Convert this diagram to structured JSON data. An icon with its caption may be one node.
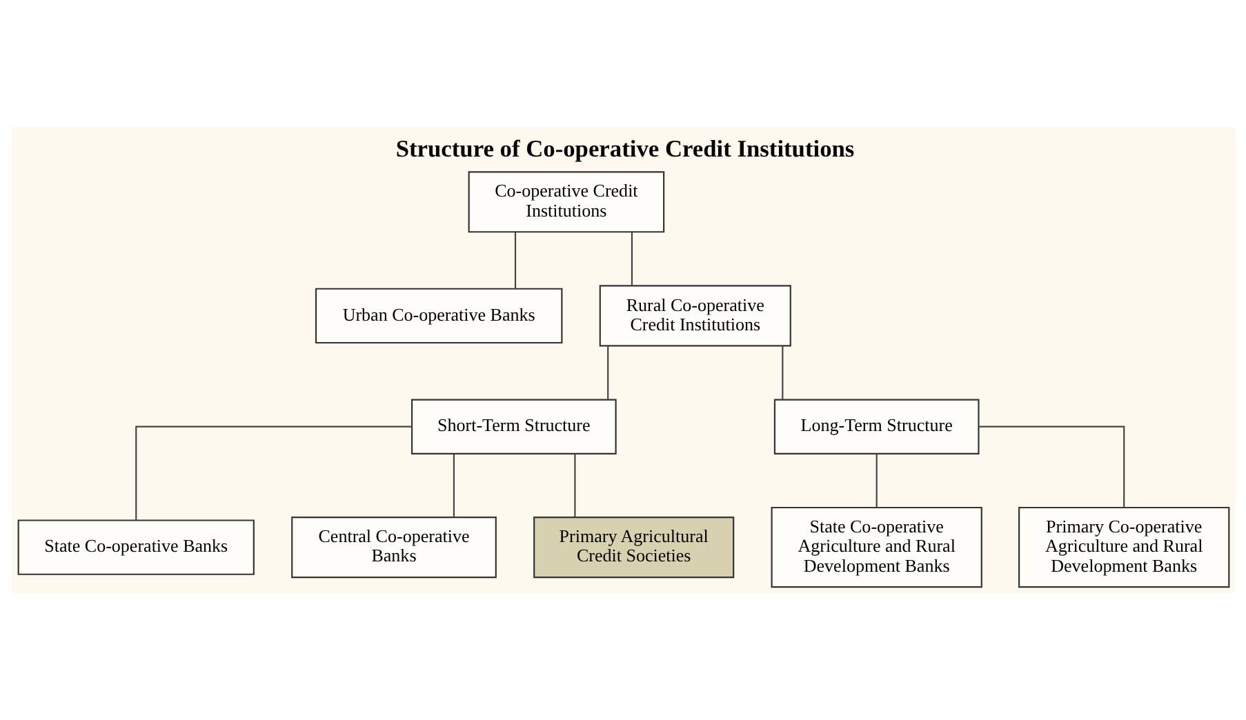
{
  "diagram": {
    "title": "Structure of Co-operative Credit Institutions",
    "nodes": [
      {
        "text": [
          "Co-operative Credit Institutions"
        ]
      },
      {
        "text": [
          "Urban Co-operative Banks"
        ]
      },
      {
        "text": [
          "Rural Co-operative Credit Institutions"
        ]
      },
      {
        "text": [
          "Short-Term Structure"
        ]
      },
      {
        "text": [
          "Long-Term Structure"
        ]
      },
      {
        "text": [
          "State Co-operative Banks"
        ]
      },
      {
        "text": [
          "Central Co-operative Banks"
        ]
      },
      {
        "text": [
          "Primary Agricultural Credit Societies"
        ]
      },
      {
        "text": [
          "State Co-operative Agriculture and Rural Development Banks"
        ]
      },
      {
        "text": [
          "Primary Co-operative Agriculture and Rural Development Banks"
        ]
      }
    ],
    "edges": [
      {
        "from": 0,
        "to": 1,
        "arrow": "none"
      },
      {
        "from": 0,
        "to": 2,
        "arrow": "none"
      },
      {
        "from": 2,
        "to": 3,
        "arrow": "none"
      },
      {
        "from": 2,
        "to": 4,
        "arrow": "none"
      },
      {
        "from": 3,
        "to": 5,
        "arrow": "none"
      },
      {
        "from": 3,
        "to": 6,
        "arrow": "none"
      },
      {
        "from": 3,
        "to": 7,
        "arrow": "none"
      },
      {
        "from": 4,
        "to": 8,
        "arrow": "none"
      },
      {
        "from": 4,
        "to": 9,
        "arrow": "none"
      }
    ]
  }
}
